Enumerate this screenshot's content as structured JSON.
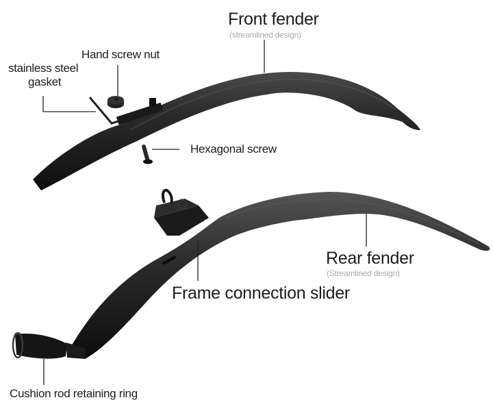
{
  "labels": {
    "front_fender": {
      "title": "Front fender",
      "subtitle": "(streamlined design)"
    },
    "hand_screw_nut": "Hand screw nut",
    "stainless_gasket": {
      "line1": "stainless steel",
      "line2": "gasket"
    },
    "hexagonal_screw": "Hexagonal screw",
    "rear_fender": {
      "title": "Rear fender",
      "subtitle": "(Streamlined design)"
    },
    "frame_slider": "Frame connection slider",
    "cushion_ring": "Cushion rod retaining ring"
  },
  "colors": {
    "fender_dark": "#141414",
    "fender_mid": "#2b2b2b",
    "fender_highlight": "#4a4a4a",
    "leader_line": "#222222",
    "subtitle": "#a9a9a9"
  }
}
